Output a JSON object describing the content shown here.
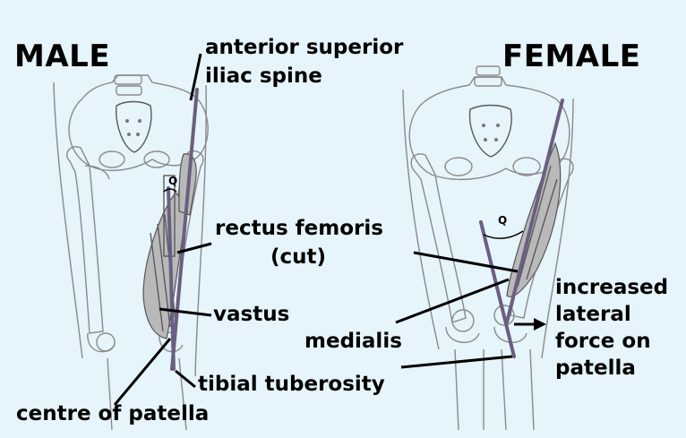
{
  "labels": {
    "male": "MALE",
    "female": "FEMALE",
    "asis_line1": "anterior superior",
    "asis_line2": "iliac spine",
    "q_male": "Q",
    "q_female": "Q",
    "rectus_line1": "rectus femoris",
    "rectus_line2": "(cut)",
    "vastus": "vastus",
    "medialis": "medialis",
    "tibial": "tibial tuberosity",
    "patella": "centre of patella",
    "force_line1": "increased",
    "force_line2": "lateral",
    "force_line3": "force on",
    "force_line4": "patella"
  },
  "colors": {
    "background": "#e6f4fb",
    "q_axis": "#6b5f80",
    "text": "#000000"
  }
}
